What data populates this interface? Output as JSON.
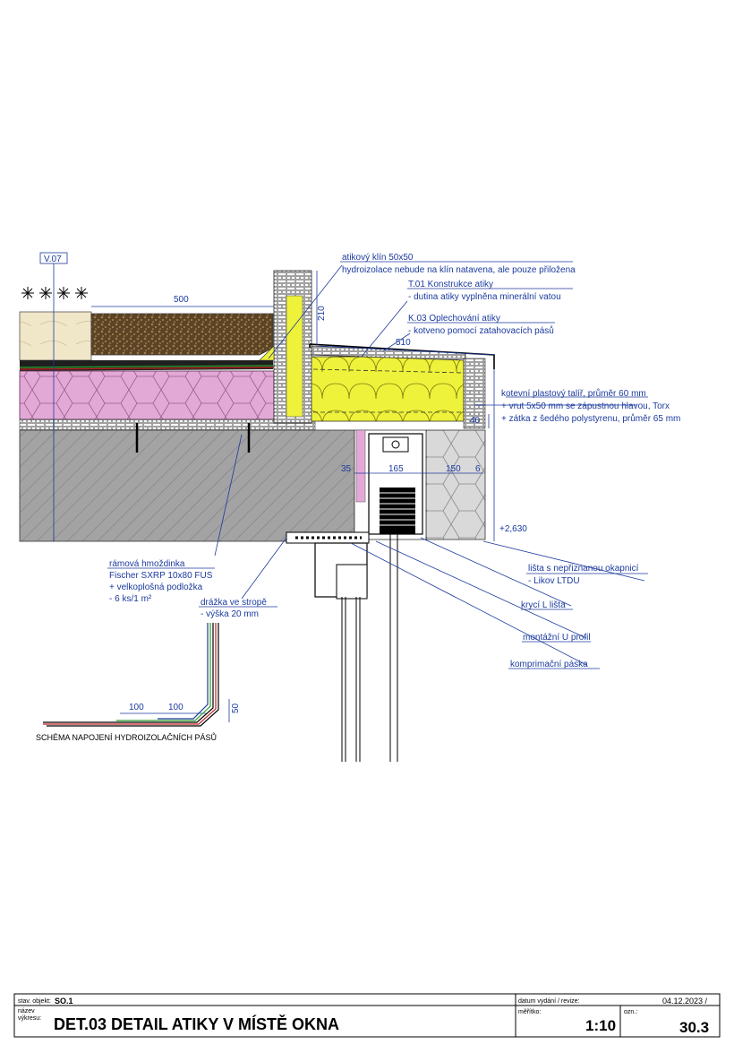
{
  "level_tag": "V.07",
  "annotations": {
    "klin_title": "atikový klín 50x50",
    "klin_note": "hydroizolace nebude na klín natavena, ale pouze přiložena",
    "t01_title": "T.01 Konstrukce atiky",
    "t01_note": "- dutina atiky vyplněna minerální vatou",
    "k03_title": "K.03 Oplechování atiky",
    "k03_note": "- kotveno pomocí zatahovacích pásů",
    "talir_1": "kotevní plastový talíř, průměr 60 mm",
    "talir_2": "+ vrut 5x50 mm se zápustnou hlavou, Torx",
    "talir_3": "+ zátka z šedého polystyrenu, průměr 65 mm",
    "hmozdinka_1": "rámová hmoždinka",
    "hmozdinka_2": "Fischer SXRP 10x80 FUS",
    "hmozdinka_3": "+ velkoplošná podložka",
    "hmozdinka_4": "- 6 ks/1 m²",
    "drazka_1": "drážka ve stropě",
    "drazka_2": "- výška 20 mm",
    "lista_1": "lišta s nepřiznanou okapnicí",
    "lista_2": "- Likov LTDU",
    "kryci": "krycí L lišta",
    "montazni": "montážní U profil",
    "komprimacni": "komprimační páska",
    "elevation": "+2,630"
  },
  "dimensions": {
    "d500": "500",
    "d210": "210",
    "d510": "510",
    "d40": "40",
    "d35": "35",
    "d165": "165",
    "d150": "150",
    "d6": "6",
    "s100a": "100",
    "s100b": "100",
    "s50": "50"
  },
  "schema_title": "SCHÉMA NAPOJENÍ HYDROIZOLAČNÍCH PÁSŮ",
  "title_block": {
    "stav_label": "stav. objekt:",
    "stav_value": "SO.1",
    "nazev_label": "název",
    "vykres_label": "výkresu:",
    "title": "DET.03 DETAIL ATIKY V MÍSTĚ OKNA",
    "datum_label": "datum vydání / revize:",
    "datum_value": "04.12.2023 /",
    "meritko_label": "měřítko:",
    "meritko_value": "1:10",
    "ozn_label": "ozn.:",
    "ozn_value": "30.3"
  },
  "colors": {
    "annotation": "#1b3a9e",
    "xps_pink": "#e3a9d6",
    "insulation_yellow": "#eef23a",
    "gravel": "#5c4325",
    "concrete": "#9e9e9e",
    "beige": "#f0e6c8"
  }
}
